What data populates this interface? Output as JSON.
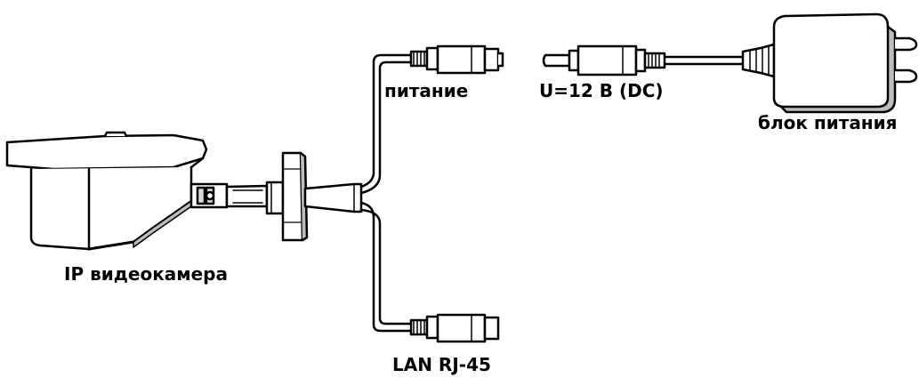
{
  "labels": {
    "camera": "IP видеокамера",
    "power": "питание",
    "voltage": "U=12 В (DC)",
    "power_supply": "блок питания",
    "lan": "LAN RJ-45"
  },
  "colors": {
    "stroke": "#000000",
    "fill": "#ffffff",
    "shadow": "#bdbdbd",
    "cable_core": "#d9d9d9"
  }
}
